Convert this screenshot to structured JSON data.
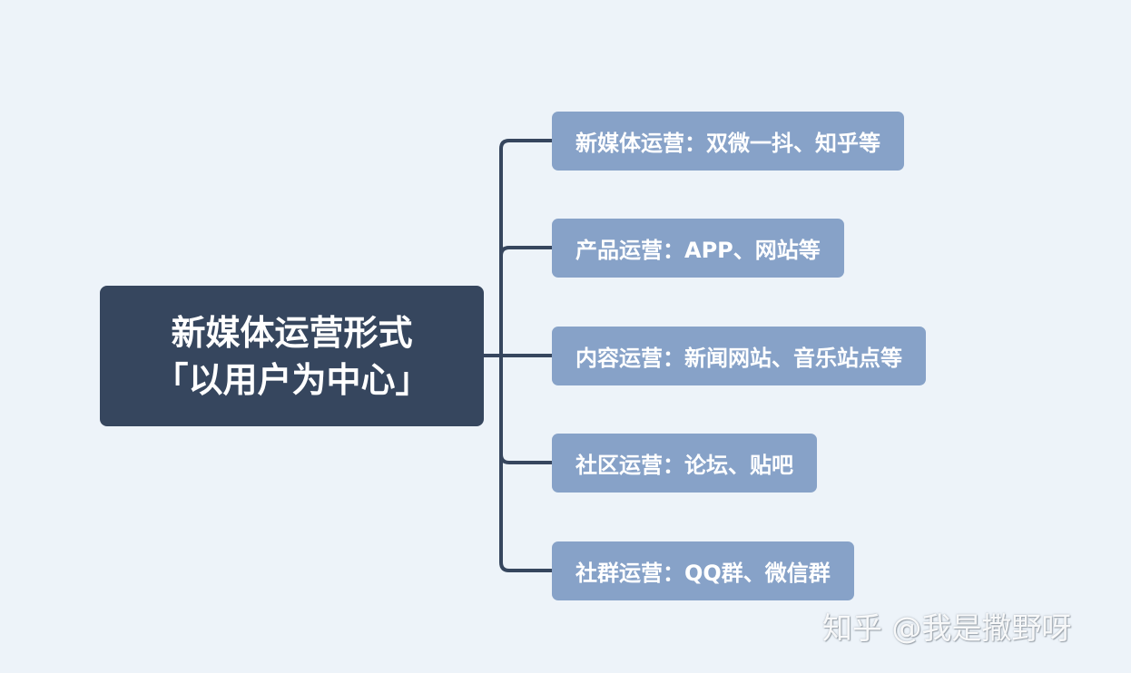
{
  "root": {
    "line1": "新媒体运营形式",
    "line2": "「以用户为中心」"
  },
  "branches": [
    {
      "label": "新媒体运营：双微一抖、知乎等"
    },
    {
      "label": "产品运营：APP、网站等"
    },
    {
      "label": "内容运营：新闻网站、音乐站点等"
    },
    {
      "label": "社区运营：论坛、贴吧"
    },
    {
      "label": "社群运营：QQ群、微信群"
    }
  ],
  "watermark": "知乎 @我是撒野呀",
  "colors": {
    "background": "#edf3f9",
    "root_fill": "#36465e",
    "branch_fill": "#87a2c8",
    "connector": "#36465e",
    "text": "#ffffff"
  }
}
